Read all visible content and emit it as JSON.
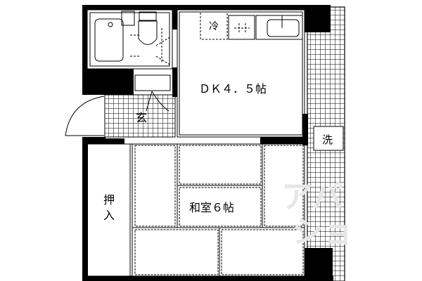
{
  "floorplan": {
    "rooms": {
      "dk": {
        "label": "ＤＫ４．５帖"
      },
      "washitsu": {
        "label": "和室６帖"
      },
      "genkan": {
        "label": "玄"
      },
      "oshiire": {
        "label_top": "押",
        "label_bottom": "入"
      },
      "refrigerator": {
        "label": "冷"
      },
      "washer": {
        "label": "洗"
      }
    },
    "colors": {
      "wall": "#000000",
      "background": "#ffffff",
      "watermark": "#e6e6e6"
    }
  },
  "watermark": {
    "text": "アパマンショップ"
  }
}
